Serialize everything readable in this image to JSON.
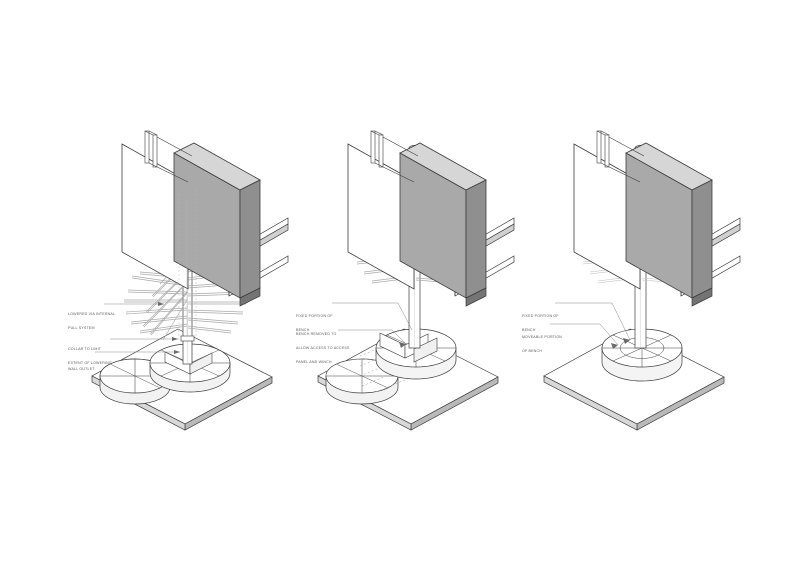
{
  "sheet": {
    "background": "#ffffff",
    "line_color": "#3c3c3c",
    "light_line_color": "#9a9a9a",
    "fill_gray_dark": "#9d9d9d",
    "fill_gray_mid": "#c7c7c7",
    "fill_gray_light": "#e6e6e6",
    "fill_white": "#ffffff",
    "text_color": "#5a5a5a"
  },
  "panels": [
    {
      "id": "panel-left",
      "state_label": "lowered",
      "annotations": [
        {
          "id": "anno-lowered-via-internal-pull-system",
          "lines": [
            "LOWERED VIA INTERNAL",
            "PULL SYSTEM"
          ]
        },
        {
          "id": "anno-collar-to-limit-extent-of-lowering",
          "lines": [
            "COLLAR TO LIMIT",
            "EXTENT OF LOWERING"
          ]
        },
        {
          "id": "anno-wall-outlet",
          "lines": [
            "WALL OUTLET"
          ]
        }
      ]
    },
    {
      "id": "panel-middle",
      "state_label": "raised-bench-removed",
      "annotations": [
        {
          "id": "anno-fixed-portion-of-bench-mid",
          "lines": [
            "FIXED PORTION OF",
            "BENCH"
          ]
        },
        {
          "id": "anno-bench-removed-to-allow-access",
          "lines": [
            "BENCH REMOVED TO",
            "ALLOW ACCESS TO ACCESS",
            "PANEL AND WINCH"
          ]
        }
      ]
    },
    {
      "id": "panel-right",
      "state_label": "stowed",
      "annotations": [
        {
          "id": "anno-fixed-portion-of-bench-right",
          "lines": [
            "FIXED PORTION OF",
            "BENCH"
          ]
        },
        {
          "id": "anno-moveable-portion-of-bench",
          "lines": [
            "MOVEABLE PORTION",
            "OF BENCH"
          ]
        }
      ]
    }
  ]
}
